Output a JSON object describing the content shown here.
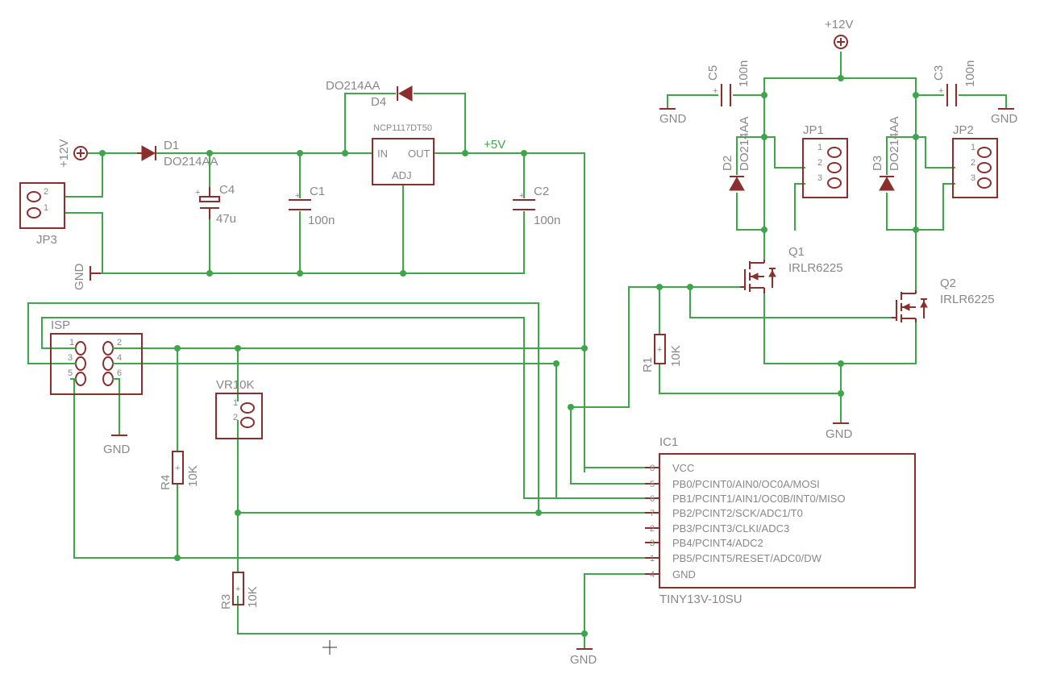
{
  "labels": {
    "plus12_left": "+12V",
    "plus12_top": "+12V",
    "plus5": "+5V",
    "gnd_jp3": "GND",
    "gnd_isp": "GND",
    "gnd_c5": "GND",
    "gnd_c3": "GND",
    "gnd_q": "GND",
    "gnd_bottom": "GND"
  },
  "parts": {
    "d1_name": "D1",
    "d1_value": "DO214AA",
    "d4_name": "D4",
    "d4_value": "DO214AA",
    "d2_name": "D2",
    "d2_value": "DO214AA",
    "d3_name": "D3",
    "d3_value": "DO214AA",
    "c4_name": "C4",
    "c4_value": "47u",
    "c1_name": "C1",
    "c1_value": "100n",
    "c2_name": "C2",
    "c2_value": "100n",
    "c5_name": "C5",
    "c5_value": "100n",
    "c3_name": "C3",
    "c3_value": "100n",
    "reg_value": "NCP1117DT50",
    "reg_in": "IN",
    "reg_out": "OUT",
    "reg_adj": "ADJ",
    "jp3_name": "JP3",
    "jp1_name": "JP1",
    "jp2_name": "JP2",
    "q1_name": "Q1",
    "q1_value": "IRLR6225",
    "q2_name": "Q2",
    "q2_value": "IRLR6225",
    "r1_name": "R1",
    "r1_value": "10K",
    "r3_name": "R3",
    "r3_value": "10K",
    "r4_name": "R4",
    "r4_value": "10K",
    "isp_name": "ISP",
    "vr_name": "VR10K",
    "ic_name": "IC1",
    "ic_value": "TINY13V-10SU"
  },
  "pins": {
    "jp3": [
      "2",
      "1"
    ],
    "jp1": [
      "1",
      "2",
      "3"
    ],
    "jp2": [
      "1",
      "2",
      "3"
    ],
    "isp": [
      "1",
      "2",
      "3",
      "4",
      "5",
      "6"
    ],
    "vr": [
      "1",
      "2"
    ]
  },
  "ic": {
    "pins": [
      {
        "num": "8",
        "name": "VCC"
      },
      {
        "num": "5",
        "name": "PB0/PCINT0/AIN0/OC0A/MOSI"
      },
      {
        "num": "6",
        "name": "PB1/PCINT1/AIN1/OC0B/INT0/MISO"
      },
      {
        "num": "7",
        "name": "PB2/PCINT2/SCK/ADC1/T0"
      },
      {
        "num": "2",
        "name": "PB3/PCINT3/CLKI/ADC3"
      },
      {
        "num": "3",
        "name": "PB4/PCINT4/ADC2"
      },
      {
        "num": "1",
        "name": "PB5/PCINT5/RESET/ADC0/DW"
      },
      {
        "num": "4",
        "name": "GND"
      }
    ]
  },
  "colors": {
    "wire": "#3ea64a",
    "part": "#8b2e2e",
    "text": "#888888"
  }
}
